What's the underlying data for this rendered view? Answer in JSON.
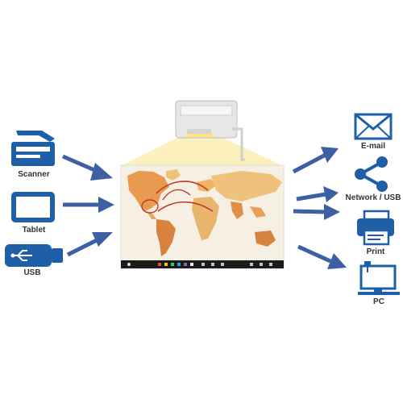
{
  "colors": {
    "icon_blue": "#1f5fa8",
    "arrow_blue": "#3d5fa3",
    "beam": "#fbeeb0",
    "ocean": "#f4ede0",
    "land_warm": "#e8a05a",
    "annotation_red": "#c0392b"
  },
  "inputs": [
    {
      "icon": "scanner-icon",
      "label": "Scanner"
    },
    {
      "icon": "tablet-icon",
      "label": "Tablet"
    },
    {
      "icon": "usb-drive-icon",
      "label": "USB"
    }
  ],
  "outputs": [
    {
      "icon": "envelope-icon",
      "label": "E-mail"
    },
    {
      "icon": "share-network-icon",
      "label": "Network / USB"
    },
    {
      "icon": "printer-icon",
      "label": "Print"
    },
    {
      "icon": "pc-monitor-icon",
      "label": "PC"
    }
  ],
  "projector": {
    "icon": "projector-icon"
  },
  "screen": {
    "content": "world-map",
    "toolbar": "annotation-toolbar"
  }
}
